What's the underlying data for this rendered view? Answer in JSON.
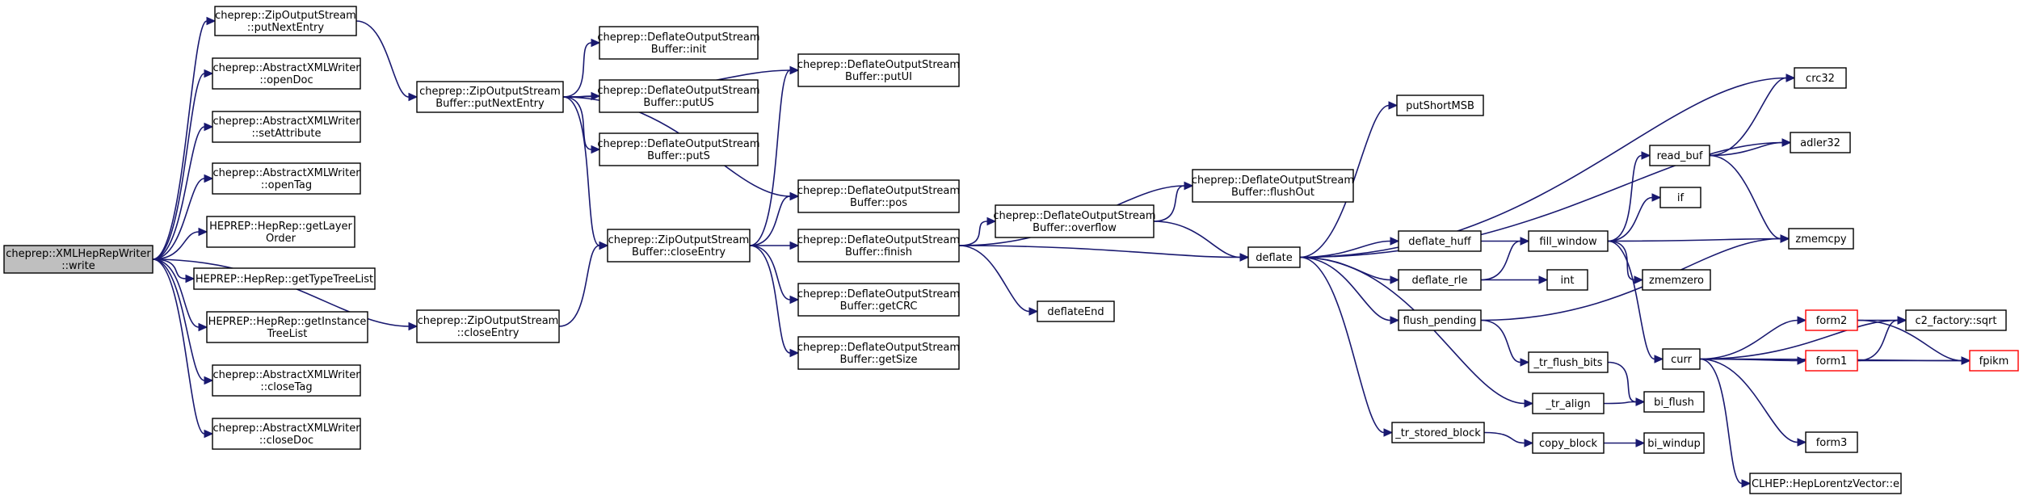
{
  "colors": {
    "edge": "#191970",
    "node_border": "#000000",
    "node_fill": "#ffffff",
    "root_fill": "#bfbfbf",
    "highlight_border": "#ff0000"
  },
  "nodes": [
    {
      "id": "root",
      "lines": [
        "cheprep::XMLHepRepWriter",
        "::write"
      ],
      "root": true
    },
    {
      "id": "zos_putNextEntry",
      "lines": [
        "cheprep::ZipOutputStream",
        "::putNextEntry"
      ]
    },
    {
      "id": "axw_openDoc",
      "lines": [
        "cheprep::AbstractXMLWriter",
        "::openDoc"
      ]
    },
    {
      "id": "axw_setAttribute",
      "lines": [
        "cheprep::AbstractXMLWriter",
        "::setAttribute"
      ]
    },
    {
      "id": "axw_openTag",
      "lines": [
        "cheprep::AbstractXMLWriter",
        "::openTag"
      ]
    },
    {
      "id": "hr_getLayerOrder",
      "lines": [
        "HEPREP::HepRep::getLayer",
        "Order"
      ]
    },
    {
      "id": "hr_getTypeTreeList",
      "lines": [
        "HEPREP::HepRep::getTypeTreeList"
      ]
    },
    {
      "id": "hr_getInstanceTreeList",
      "lines": [
        "HEPREP::HepRep::getInstance",
        "TreeList"
      ]
    },
    {
      "id": "axw_closeTag",
      "lines": [
        "cheprep::AbstractXMLWriter",
        "::closeTag"
      ]
    },
    {
      "id": "axw_closeDoc",
      "lines": [
        "cheprep::AbstractXMLWriter",
        "::closeDoc"
      ]
    },
    {
      "id": "zosb_putNextEntry",
      "lines": [
        "cheprep::ZipOutputStream",
        "Buffer::putNextEntry"
      ]
    },
    {
      "id": "zos_closeEntry",
      "lines": [
        "cheprep::ZipOutputStream",
        "::closeEntry"
      ]
    },
    {
      "id": "dosb_init",
      "lines": [
        "cheprep::DeflateOutputStream",
        "Buffer::init"
      ]
    },
    {
      "id": "dosb_putUS",
      "lines": [
        "cheprep::DeflateOutputStream",
        "Buffer::putUS"
      ]
    },
    {
      "id": "dosb_putS",
      "lines": [
        "cheprep::DeflateOutputStream",
        "Buffer::putS"
      ]
    },
    {
      "id": "zosb_closeEntry",
      "lines": [
        "cheprep::ZipOutputStream",
        "Buffer::closeEntry"
      ]
    },
    {
      "id": "dosb_putUI",
      "lines": [
        "cheprep::DeflateOutputStream",
        "Buffer::putUI"
      ]
    },
    {
      "id": "dosb_pos",
      "lines": [
        "cheprep::DeflateOutputStream",
        "Buffer::pos"
      ]
    },
    {
      "id": "dosb_finish",
      "lines": [
        "cheprep::DeflateOutputStream",
        "Buffer::finish"
      ]
    },
    {
      "id": "dosb_getCRC",
      "lines": [
        "cheprep::DeflateOutputStream",
        "Buffer::getCRC"
      ]
    },
    {
      "id": "dosb_getSize",
      "lines": [
        "cheprep::DeflateOutputStream",
        "Buffer::getSize"
      ]
    },
    {
      "id": "dosb_overflow",
      "lines": [
        "cheprep::DeflateOutputStream",
        "Buffer::overflow"
      ]
    },
    {
      "id": "deflateEnd",
      "lines": [
        "deflateEnd"
      ]
    },
    {
      "id": "dosb_flushOut",
      "lines": [
        "cheprep::DeflateOutputStream",
        "Buffer::flushOut"
      ]
    },
    {
      "id": "deflate",
      "lines": [
        "deflate"
      ]
    },
    {
      "id": "putShortMSB",
      "lines": [
        "putShortMSB"
      ]
    },
    {
      "id": "deflate_huff",
      "lines": [
        "deflate_huff"
      ]
    },
    {
      "id": "deflate_rle",
      "lines": [
        "deflate_rle"
      ]
    },
    {
      "id": "flush_pending",
      "lines": [
        "flush_pending"
      ]
    },
    {
      "id": "tr_flush_bits",
      "lines": [
        "_tr_flush_bits"
      ]
    },
    {
      "id": "tr_align",
      "lines": [
        "_tr_align"
      ]
    },
    {
      "id": "tr_stored_block",
      "lines": [
        "_tr_stored_block"
      ]
    },
    {
      "id": "copy_block",
      "lines": [
        "copy_block"
      ]
    },
    {
      "id": "bi_flush",
      "lines": [
        "bi_flush"
      ]
    },
    {
      "id": "bi_windup",
      "lines": [
        "bi_windup"
      ]
    },
    {
      "id": "fill_window",
      "lines": [
        "fill_window"
      ]
    },
    {
      "id": "int",
      "lines": [
        "int"
      ]
    },
    {
      "id": "read_buf",
      "lines": [
        "read_buf"
      ]
    },
    {
      "id": "if",
      "lines": [
        "if"
      ]
    },
    {
      "id": "zmemzero",
      "lines": [
        "zmemzero"
      ]
    },
    {
      "id": "curr",
      "lines": [
        "curr"
      ]
    },
    {
      "id": "crc32",
      "lines": [
        "crc32"
      ]
    },
    {
      "id": "adler32",
      "lines": [
        "adler32"
      ]
    },
    {
      "id": "zmemcpy",
      "lines": [
        "zmemcpy"
      ]
    },
    {
      "id": "form2",
      "lines": [
        "form2"
      ],
      "highlight": true
    },
    {
      "id": "form1",
      "lines": [
        "form1"
      ],
      "highlight": true
    },
    {
      "id": "form3",
      "lines": [
        "form3"
      ]
    },
    {
      "id": "c2_sqrt",
      "lines": [
        "c2_factory::sqrt"
      ]
    },
    {
      "id": "fpikm",
      "lines": [
        "fpikm"
      ],
      "highlight": true
    },
    {
      "id": "hlv_e",
      "lines": [
        "CLHEP::HepLorentzVector::e"
      ]
    }
  ],
  "edges": [
    [
      "root",
      "zos_putNextEntry"
    ],
    [
      "root",
      "axw_openDoc"
    ],
    [
      "root",
      "axw_setAttribute"
    ],
    [
      "root",
      "axw_openTag"
    ],
    [
      "root",
      "hr_getLayerOrder"
    ],
    [
      "root",
      "hr_getTypeTreeList"
    ],
    [
      "root",
      "hr_getInstanceTreeList"
    ],
    [
      "root",
      "axw_closeTag"
    ],
    [
      "root",
      "axw_closeDoc"
    ],
    [
      "root",
      "zos_closeEntry"
    ],
    [
      "zos_putNextEntry",
      "zosb_putNextEntry"
    ],
    [
      "zosb_putNextEntry",
      "dosb_init"
    ],
    [
      "zosb_putNextEntry",
      "dosb_putUS"
    ],
    [
      "zosb_putNextEntry",
      "dosb_putS"
    ],
    [
      "zosb_putNextEntry",
      "zosb_closeEntry"
    ],
    [
      "zosb_putNextEntry",
      "dosb_putUI"
    ],
    [
      "zosb_putNextEntry",
      "dosb_pos"
    ],
    [
      "zos_closeEntry",
      "zosb_closeEntry"
    ],
    [
      "zosb_closeEntry",
      "dosb_putUI"
    ],
    [
      "zosb_closeEntry",
      "dosb_pos"
    ],
    [
      "zosb_closeEntry",
      "dosb_finish"
    ],
    [
      "zosb_closeEntry",
      "dosb_getCRC"
    ],
    [
      "zosb_closeEntry",
      "dosb_getSize"
    ],
    [
      "dosb_finish",
      "dosb_overflow"
    ],
    [
      "dosb_finish",
      "dosb_flushOut"
    ],
    [
      "dosb_finish",
      "deflate"
    ],
    [
      "dosb_finish",
      "deflateEnd"
    ],
    [
      "dosb_overflow",
      "dosb_flushOut"
    ],
    [
      "dosb_overflow",
      "deflate"
    ],
    [
      "deflate",
      "crc32"
    ],
    [
      "deflate",
      "putShortMSB"
    ],
    [
      "deflate",
      "adler32"
    ],
    [
      "deflate",
      "deflate_huff"
    ],
    [
      "deflate",
      "deflate_rle"
    ],
    [
      "deflate",
      "flush_pending"
    ],
    [
      "deflate",
      "tr_align"
    ],
    [
      "deflate",
      "tr_stored_block"
    ],
    [
      "deflate_huff",
      "fill_window"
    ],
    [
      "deflate_rle",
      "fill_window"
    ],
    [
      "deflate_rle",
      "int"
    ],
    [
      "flush_pending",
      "zmemcpy"
    ],
    [
      "flush_pending",
      "tr_flush_bits"
    ],
    [
      "tr_flush_bits",
      "bi_flush"
    ],
    [
      "tr_align",
      "bi_flush"
    ],
    [
      "tr_stored_block",
      "copy_block"
    ],
    [
      "copy_block",
      "bi_windup"
    ],
    [
      "fill_window",
      "read_buf"
    ],
    [
      "fill_window",
      "if"
    ],
    [
      "fill_window",
      "zmemcpy"
    ],
    [
      "fill_window",
      "zmemzero"
    ],
    [
      "fill_window",
      "curr"
    ],
    [
      "read_buf",
      "crc32"
    ],
    [
      "read_buf",
      "adler32"
    ],
    [
      "read_buf",
      "zmemcpy"
    ],
    [
      "curr",
      "form2"
    ],
    [
      "curr",
      "form1"
    ],
    [
      "curr",
      "c2_sqrt"
    ],
    [
      "curr",
      "fpikm"
    ],
    [
      "curr",
      "form3"
    ],
    [
      "curr",
      "hlv_e"
    ],
    [
      "form2",
      "c2_sqrt"
    ],
    [
      "form2",
      "fpikm"
    ],
    [
      "form1",
      "c2_sqrt"
    ],
    [
      "form1",
      "fpikm"
    ]
  ]
}
